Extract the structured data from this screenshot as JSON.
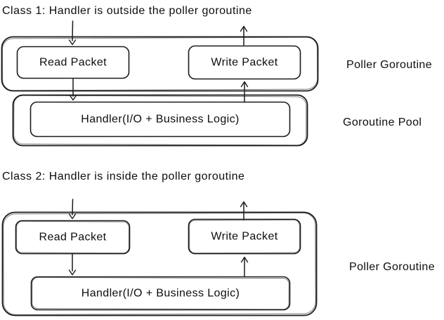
{
  "colors": {
    "ink": "#1b1b1b",
    "background": "#ffffff",
    "text": "#0d0d0d"
  },
  "class1": {
    "title": "Class 1: Handler is outside the poller goroutine",
    "read_box": "Read Packet",
    "write_box": "Write Packet",
    "handler_box": "Handler(I/O + Business Logic)",
    "poller_label": "Poller Goroutine",
    "pool_label": "Goroutine Pool"
  },
  "class2": {
    "title": "Class 2: Handler is inside the poller goroutine",
    "read_box": "Read Packet",
    "write_box": "Write Packet",
    "handler_box": "Handler(I/O + Business Logic)",
    "poller_label": "Poller Goroutine"
  }
}
